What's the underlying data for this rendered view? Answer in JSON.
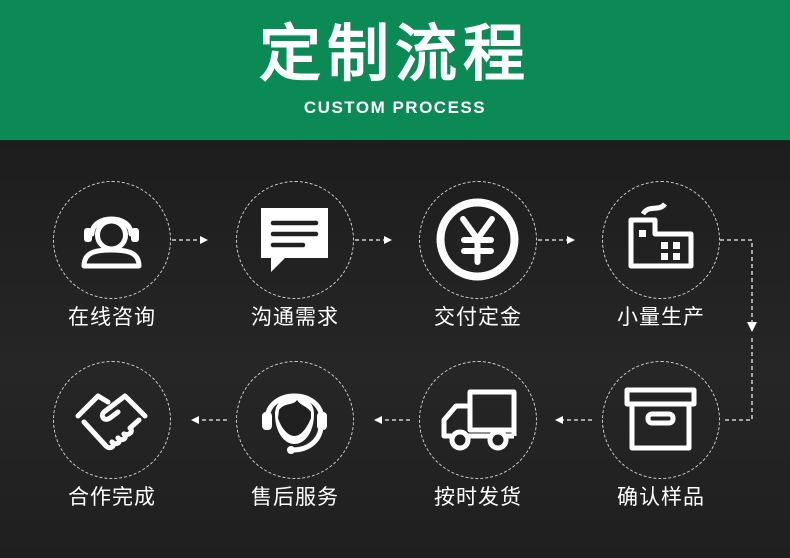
{
  "header": {
    "title": "定制流程",
    "subtitle": "CUSTOM PROCESS"
  },
  "steps": [
    {
      "label": "在线咨询",
      "icon": "customer-service-icon"
    },
    {
      "label": "沟通需求",
      "icon": "chat-bubble-icon"
    },
    {
      "label": "交付定金",
      "icon": "yen-icon"
    },
    {
      "label": "小量生产",
      "icon": "factory-icon"
    },
    {
      "label": "确认样品",
      "icon": "box-icon"
    },
    {
      "label": "按时发货",
      "icon": "truck-icon"
    },
    {
      "label": "售后服务",
      "icon": "headset-icon"
    },
    {
      "label": "合作完成",
      "icon": "handshake-icon"
    }
  ],
  "colors": {
    "header_bg": "#0b8a55",
    "body_bg": "#202020",
    "foreground": "#ffffff",
    "dashed_line": "#cfcfcf"
  }
}
